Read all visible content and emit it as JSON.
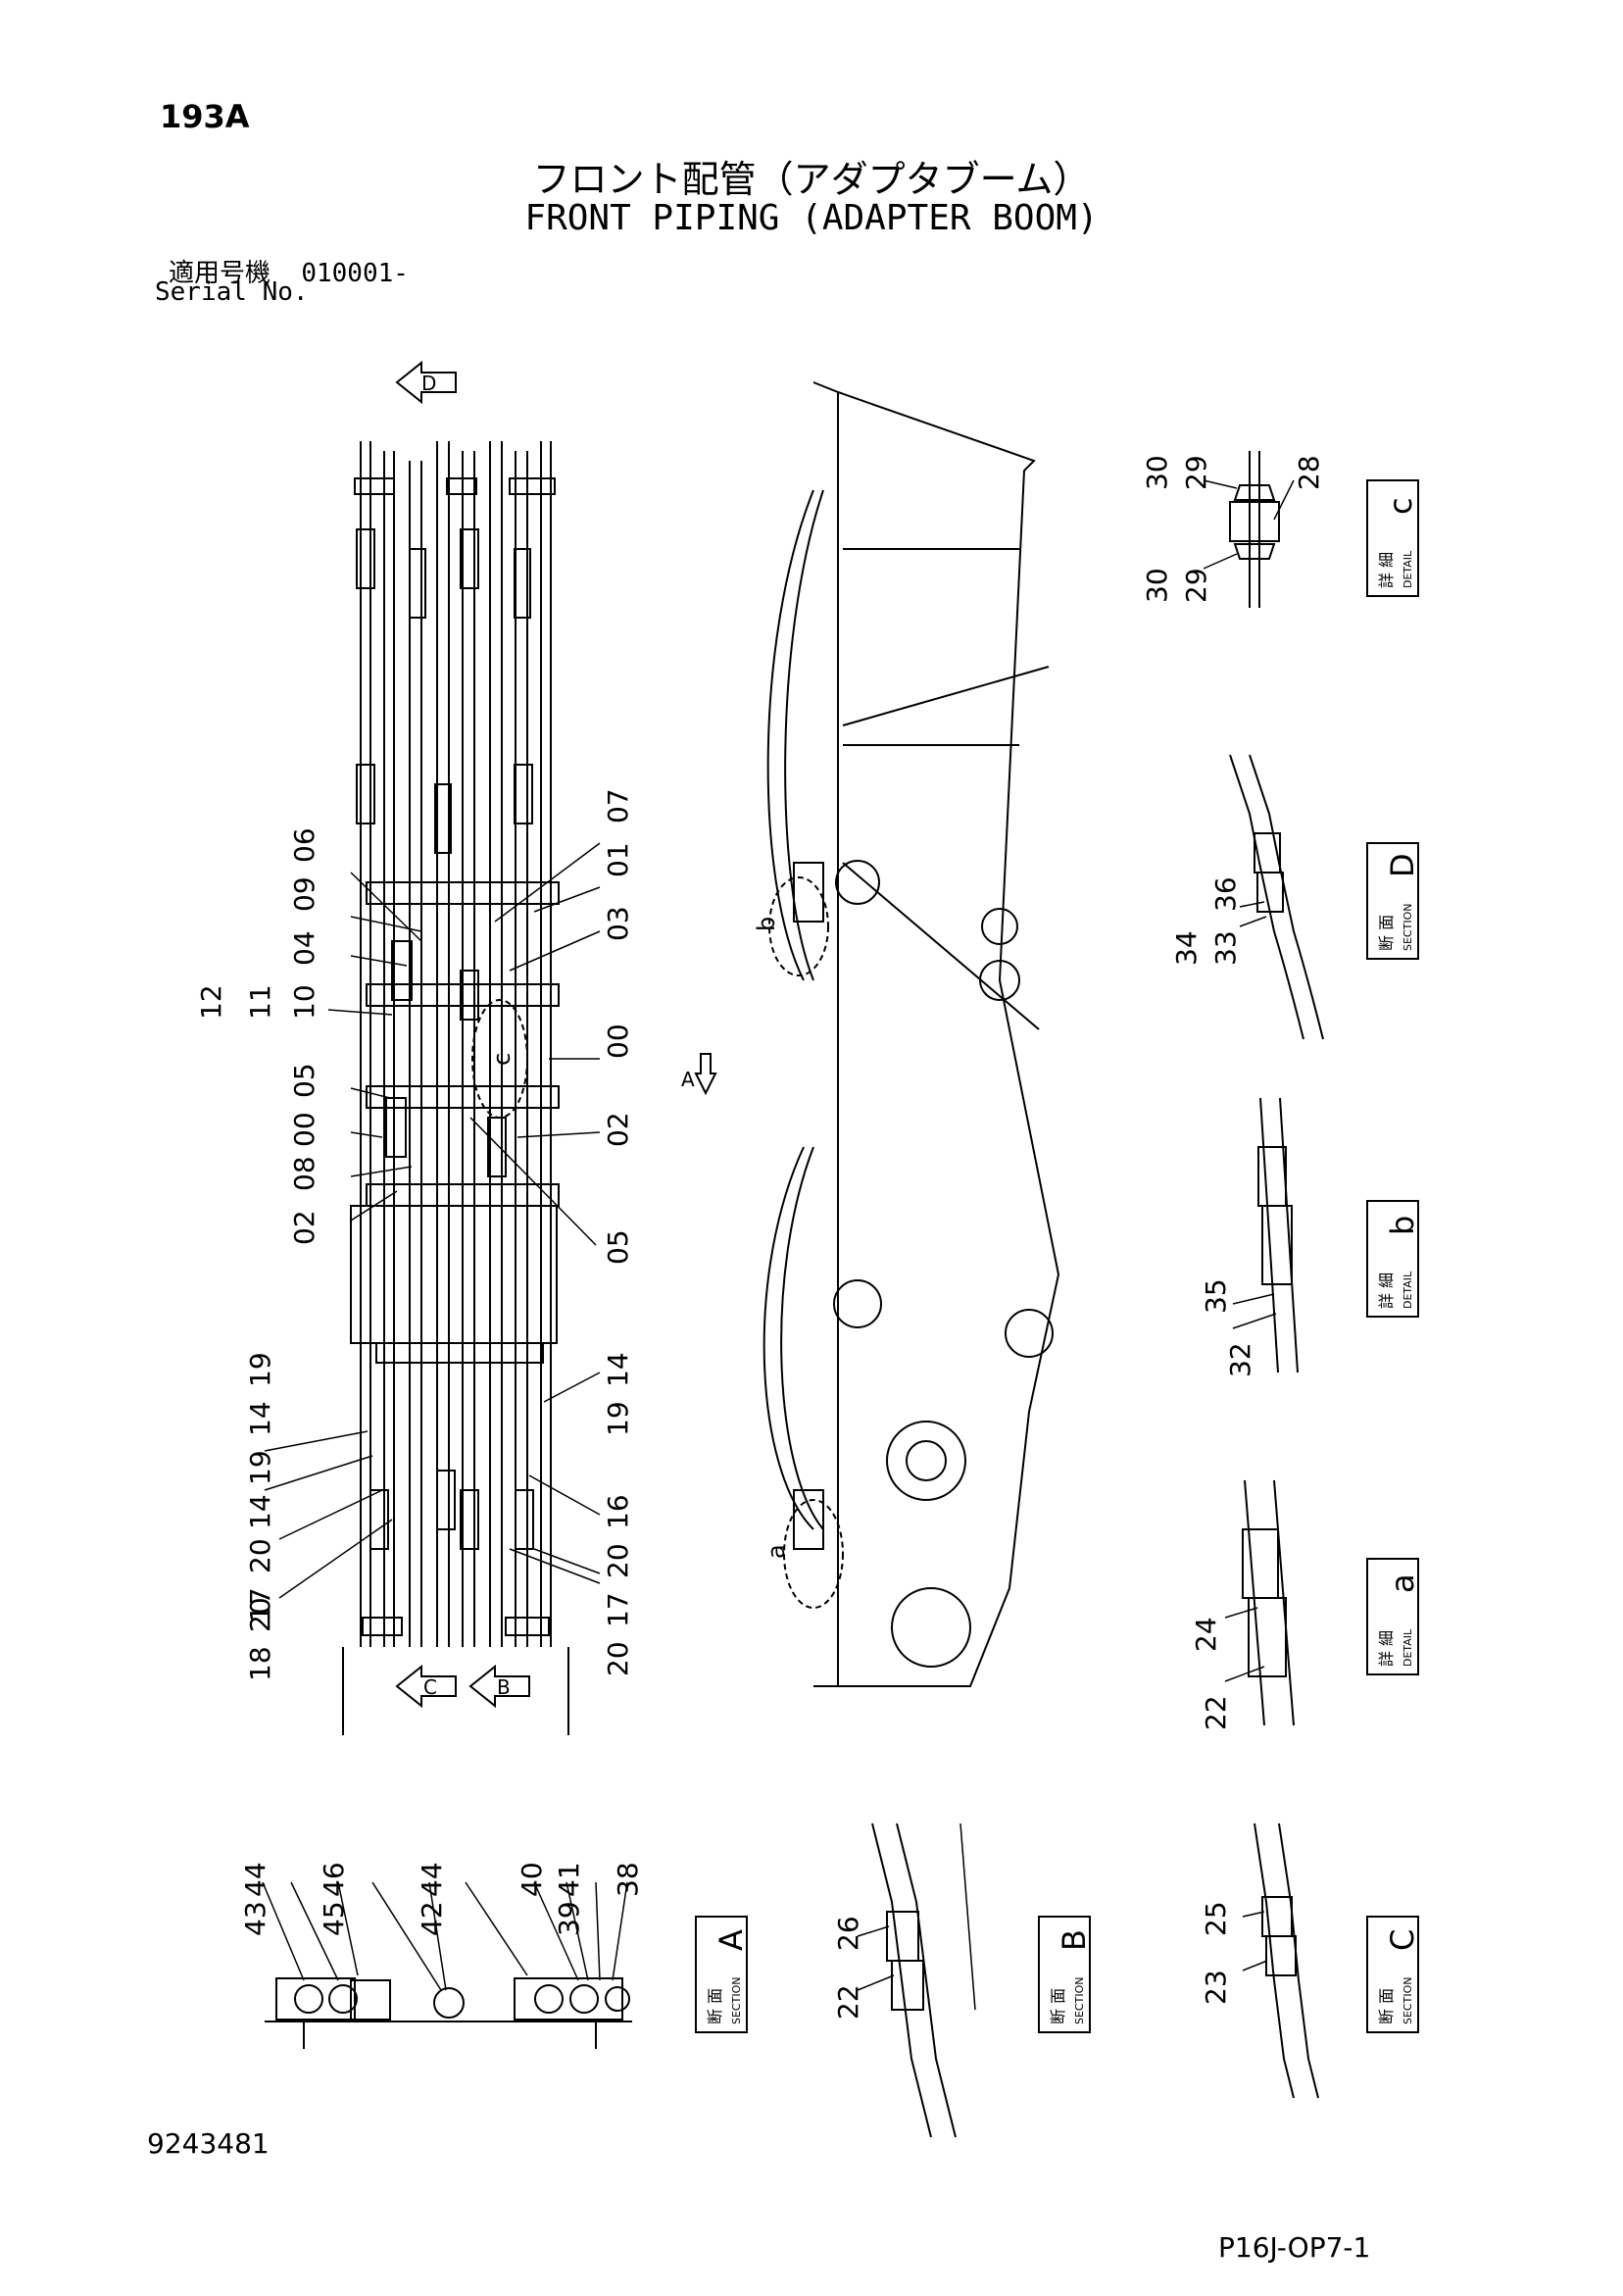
{
  "header": {
    "page_number": "193A",
    "title_jp": "フロント配管（アダプタブーム）",
    "title_en": "FRONT PIPING (ADAPTER BOOM)",
    "serial_jp": "適用号機",
    "serial_value": "010001-",
    "serial_en": "Serial No."
  },
  "footer": {
    "document_number": "9243481",
    "sheet_reference": "P16J-OP7-1"
  },
  "view_markers": {
    "top": "D",
    "bottom_left": "C",
    "bottom_right": "B",
    "side": "A"
  },
  "detail_circles": {
    "c": "c",
    "b": "b",
    "a": "a"
  },
  "part_callouts": {
    "p06": "06",
    "p09": "09",
    "p04": "04",
    "p12": "12",
    "p11": "11",
    "p10": "10",
    "p05a": "05",
    "p00a": "00",
    "p08": "08",
    "p02a": "02",
    "p07": "07",
    "p01": "01",
    "p03": "03",
    "p00b": "00",
    "p02b": "02",
    "p05b": "05",
    "p19a": "19",
    "p14a": "14",
    "p19b": "19",
    "p14b": "14",
    "p20a": "20",
    "p17a": "17",
    "p20b": "20",
    "p18": "18",
    "p14c": "14",
    "p19c": "19",
    "p16": "16",
    "p20c": "20",
    "p17b": "17",
    "p20d": "20"
  },
  "details": {
    "c": {
      "kanji": "詳 細",
      "label": "DETAIL",
      "letter": "c",
      "parts": [
        "30",
        "29",
        "28",
        "30",
        "29"
      ]
    },
    "D": {
      "kanji": "断 面",
      "label": "SECTION",
      "letter": "D",
      "parts": [
        "36",
        "34",
        "33"
      ]
    },
    "b": {
      "kanji": "詳 細",
      "label": "DETAIL",
      "letter": "b",
      "parts": [
        "35",
        "32"
      ]
    },
    "a": {
      "kanji": "詳 細",
      "label": "DETAIL",
      "letter": "a",
      "parts": [
        "24",
        "22"
      ]
    },
    "A": {
      "kanji": "断 面",
      "label": "SECTION",
      "letter": "A",
      "parts": [
        "44",
        "43",
        "46",
        "45",
        "44",
        "42",
        "40",
        "41",
        "39",
        "38"
      ]
    },
    "B": {
      "kanji": "断 面",
      "label": "SECTION",
      "letter": "B",
      "parts": [
        "26",
        "22"
      ]
    },
    "C": {
      "kanji": "断 面",
      "label": "SECTION",
      "letter": "C",
      "parts": [
        "25",
        "23"
      ]
    }
  }
}
